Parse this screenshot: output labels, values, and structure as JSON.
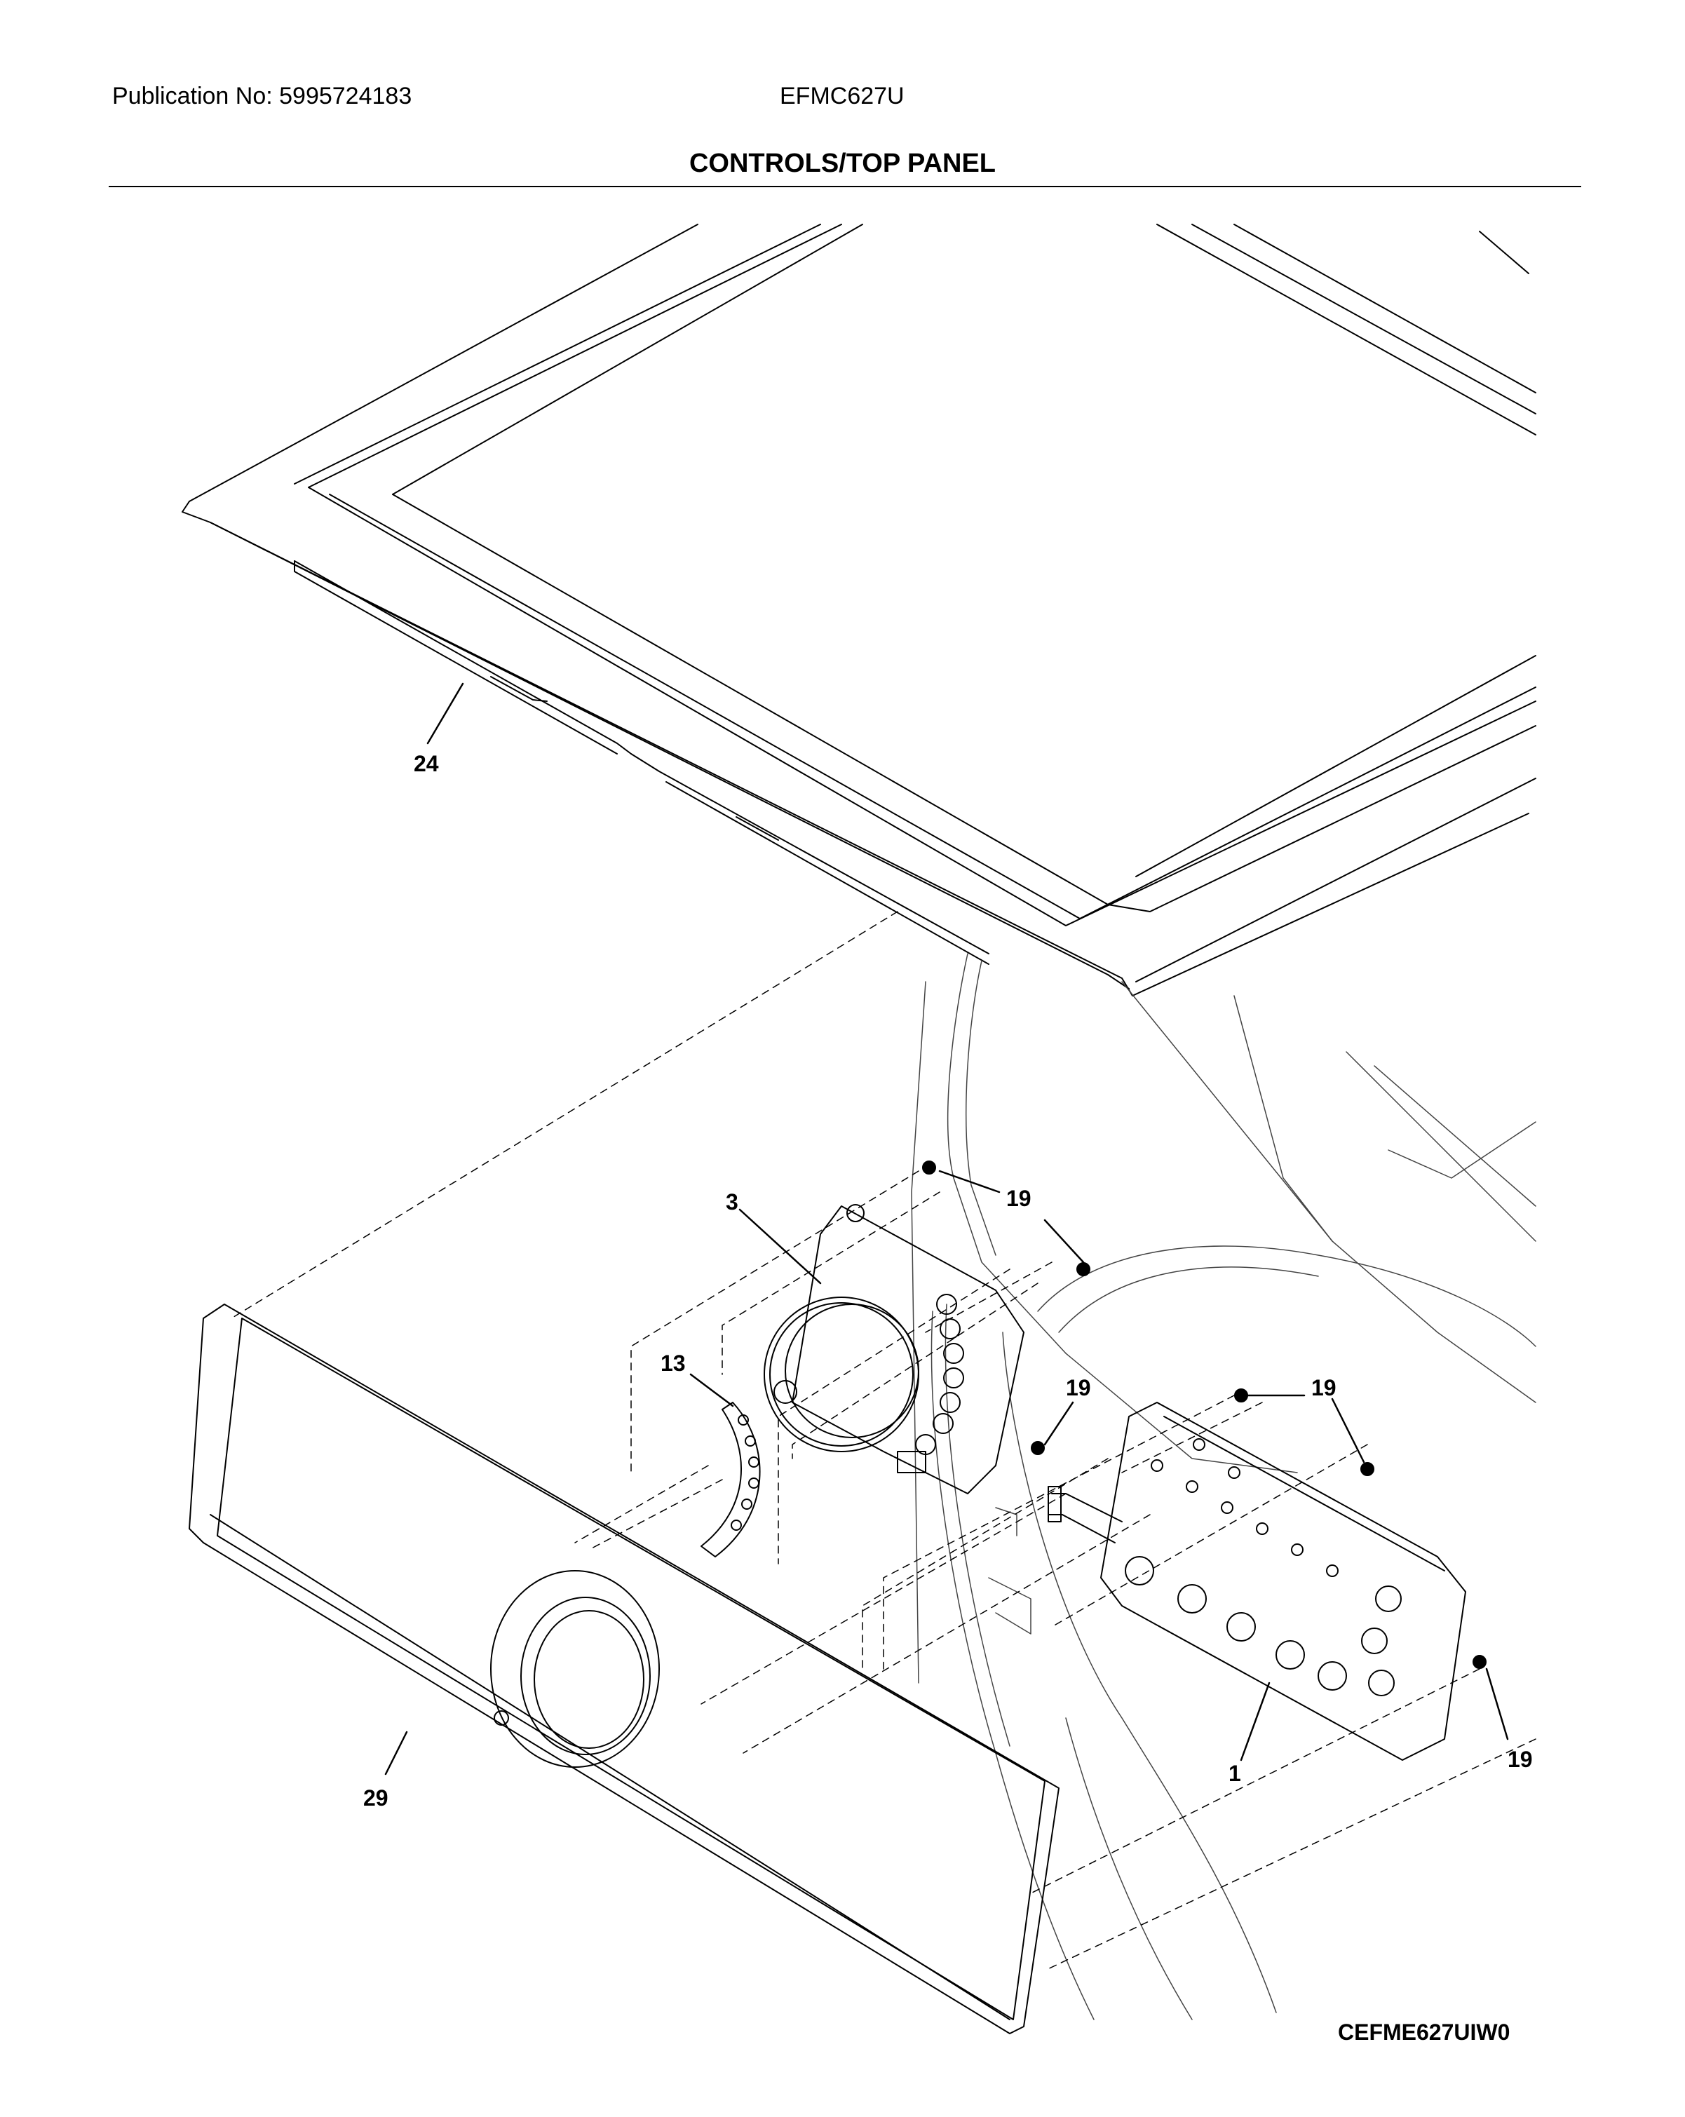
{
  "header": {
    "publication": "Publication No: 5995724183",
    "model": "EFMC627U",
    "section_title": "CONTROLS/TOP PANEL"
  },
  "diagram": {
    "code": "CEFME627UIW0",
    "callouts": [
      {
        "id": "24",
        "label": "24"
      },
      {
        "id": "3",
        "label": "3"
      },
      {
        "id": "19a",
        "label": "19"
      },
      {
        "id": "13",
        "label": "13"
      },
      {
        "id": "19b",
        "label": "19"
      },
      {
        "id": "19c",
        "label": "19"
      },
      {
        "id": "29",
        "label": "29"
      },
      {
        "id": "1",
        "label": "1"
      },
      {
        "id": "19d",
        "label": "19"
      }
    ]
  }
}
